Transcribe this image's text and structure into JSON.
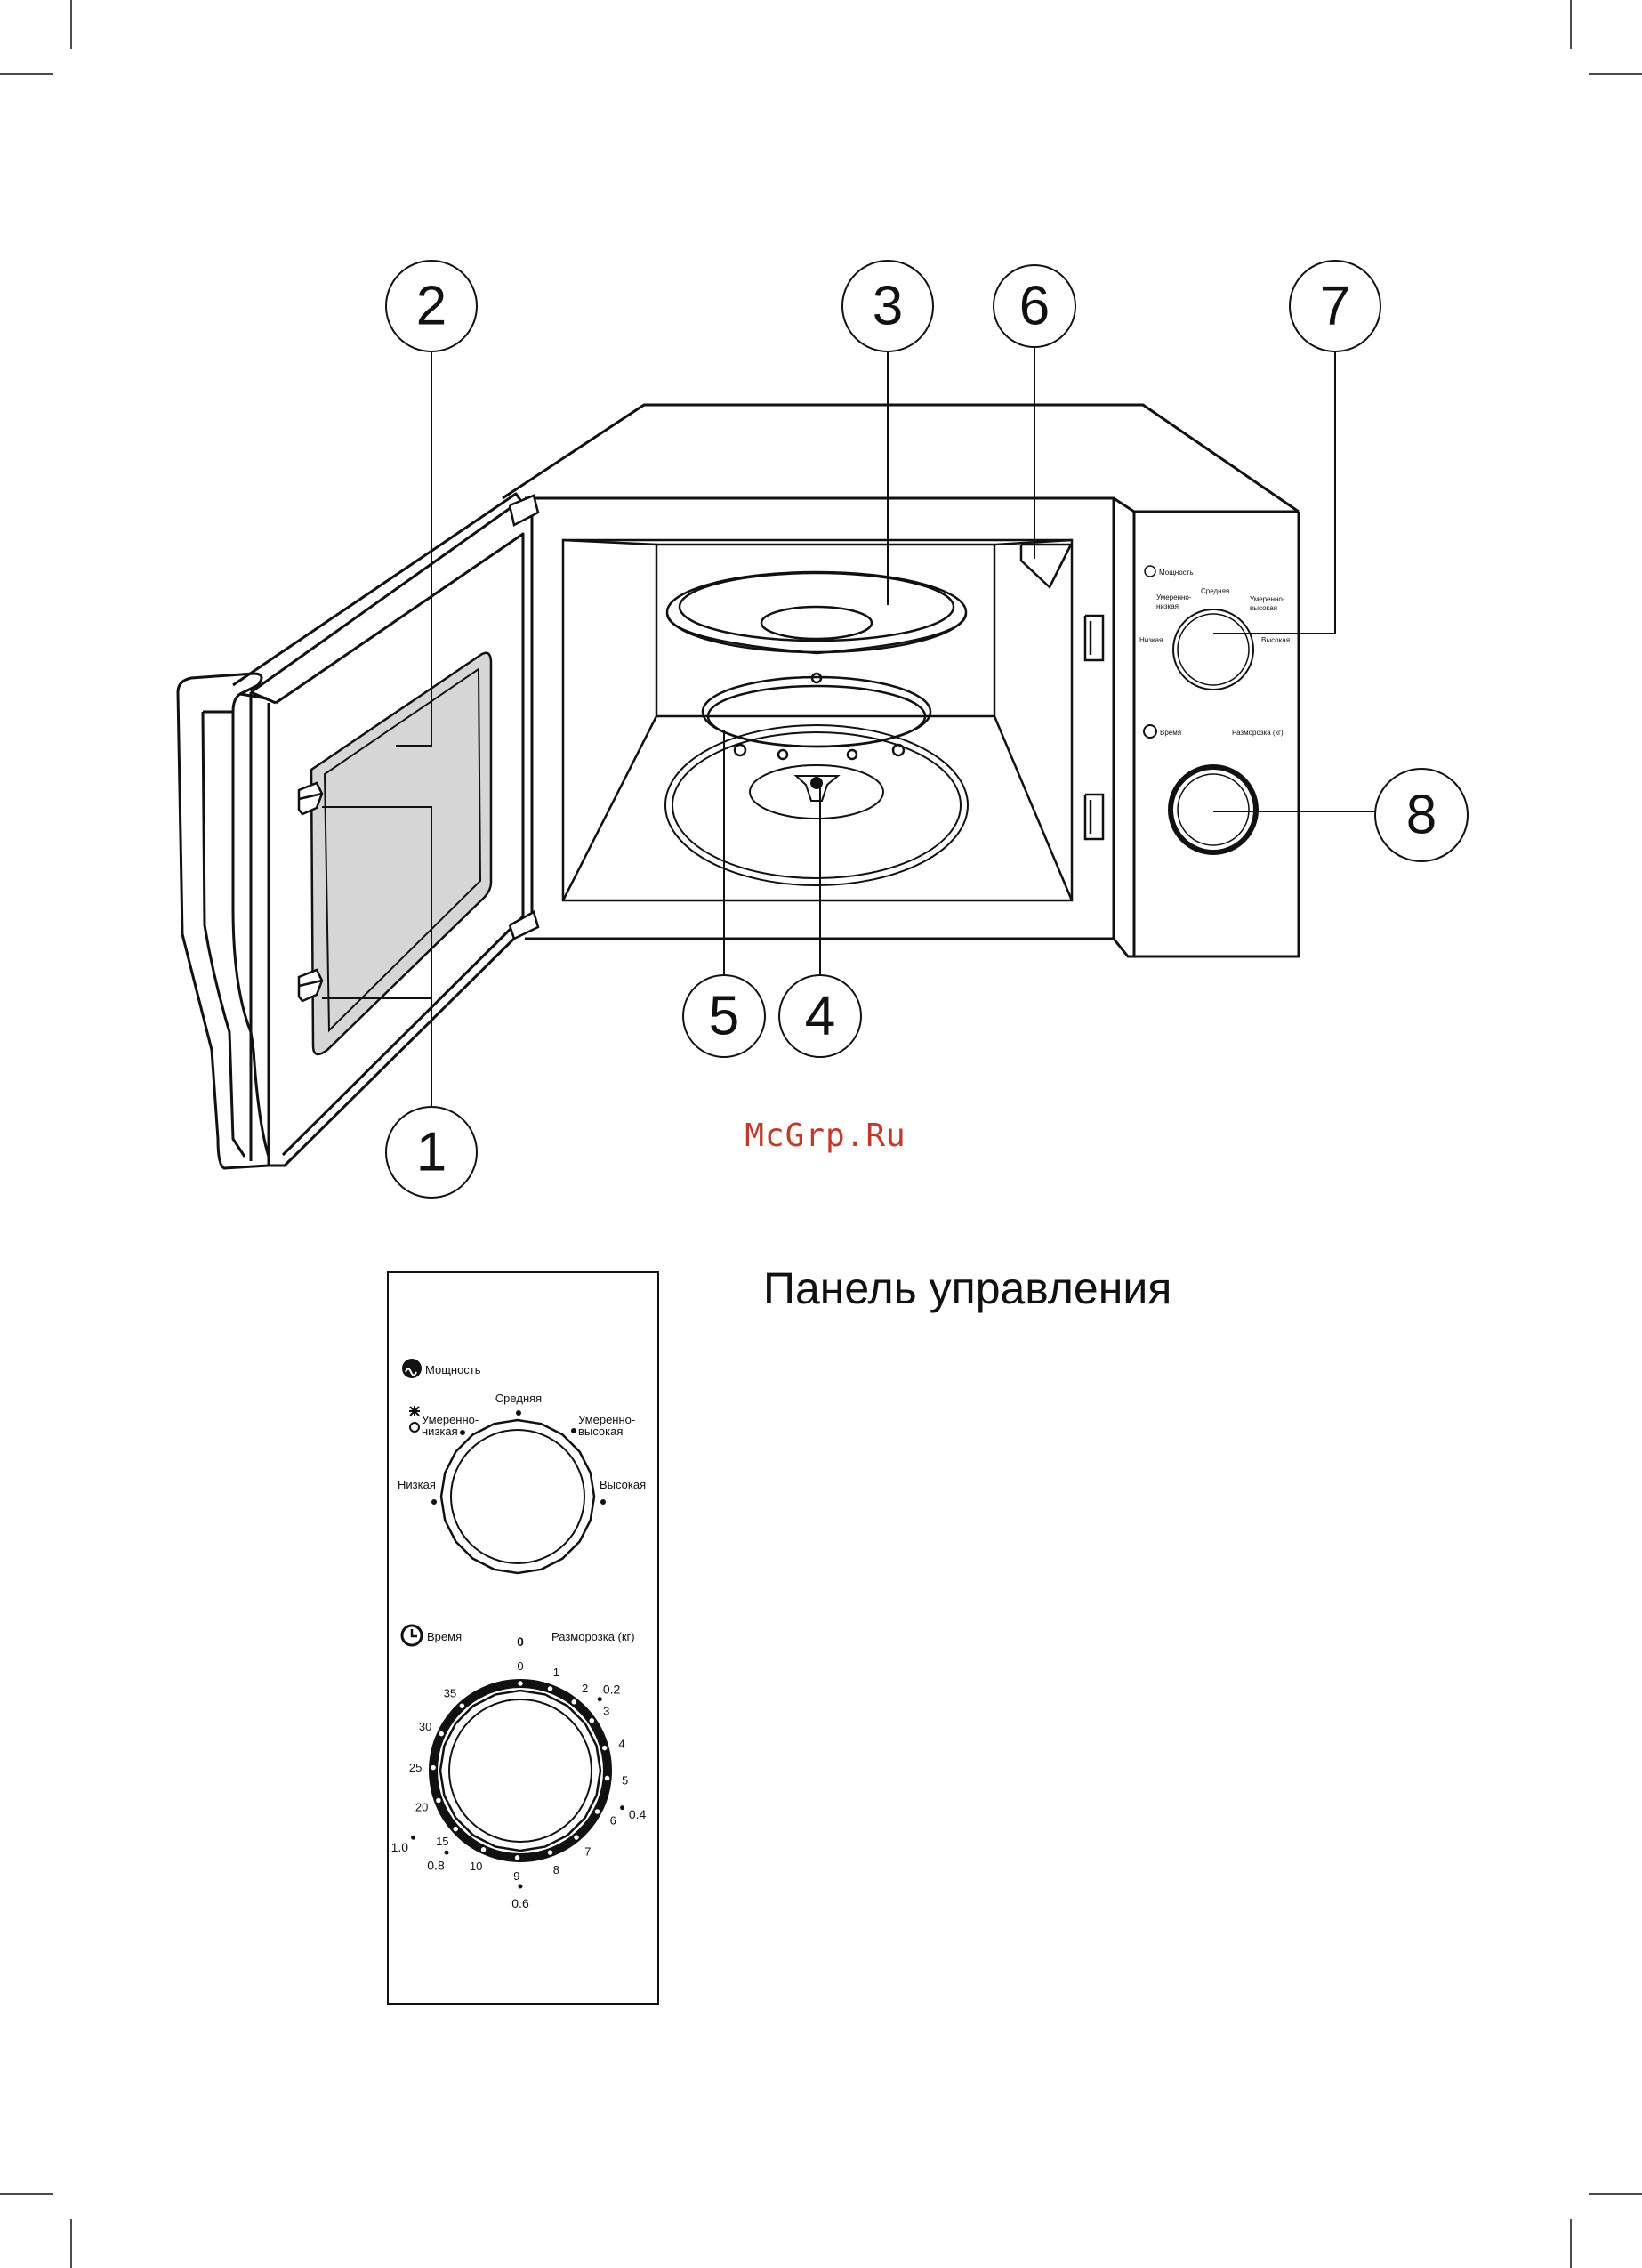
{
  "callouts": [
    {
      "id": "2",
      "label": "2"
    },
    {
      "id": "3",
      "label": "3"
    },
    {
      "id": "6",
      "label": "6"
    },
    {
      "id": "7",
      "label": "7"
    },
    {
      "id": "8",
      "label": "8"
    },
    {
      "id": "5",
      "label": "5"
    },
    {
      "id": "4",
      "label": "4"
    },
    {
      "id": "1",
      "label": "1"
    }
  ],
  "watermark": "McGrp.Ru",
  "panel_title": "Панель управления",
  "power": {
    "title": "Мощность",
    "level_low": "Низкая",
    "level_med_low_1": "Умеренно-",
    "level_med_low_2": "низкая",
    "level_medium": "Средняя",
    "level_med_high_1": "Умеренно-",
    "level_med_high_2": "высокая",
    "level_high": "Высокая"
  },
  "timer": {
    "title": "Время",
    "defrost_title": "Разморозка (кг)",
    "top_zero": "0",
    "minutes": [
      "0",
      "1",
      "2",
      "3",
      "4",
      "5",
      "6",
      "7",
      "8",
      "9",
      "10",
      "15",
      "20",
      "25",
      "30",
      "35"
    ],
    "weights": [
      "0.2",
      "0.4",
      "0.6",
      "0.8",
      "1.0"
    ]
  },
  "colors": {
    "line": "#111111",
    "window_fill": "#d6d6d6",
    "watermark": "#c0392b"
  }
}
